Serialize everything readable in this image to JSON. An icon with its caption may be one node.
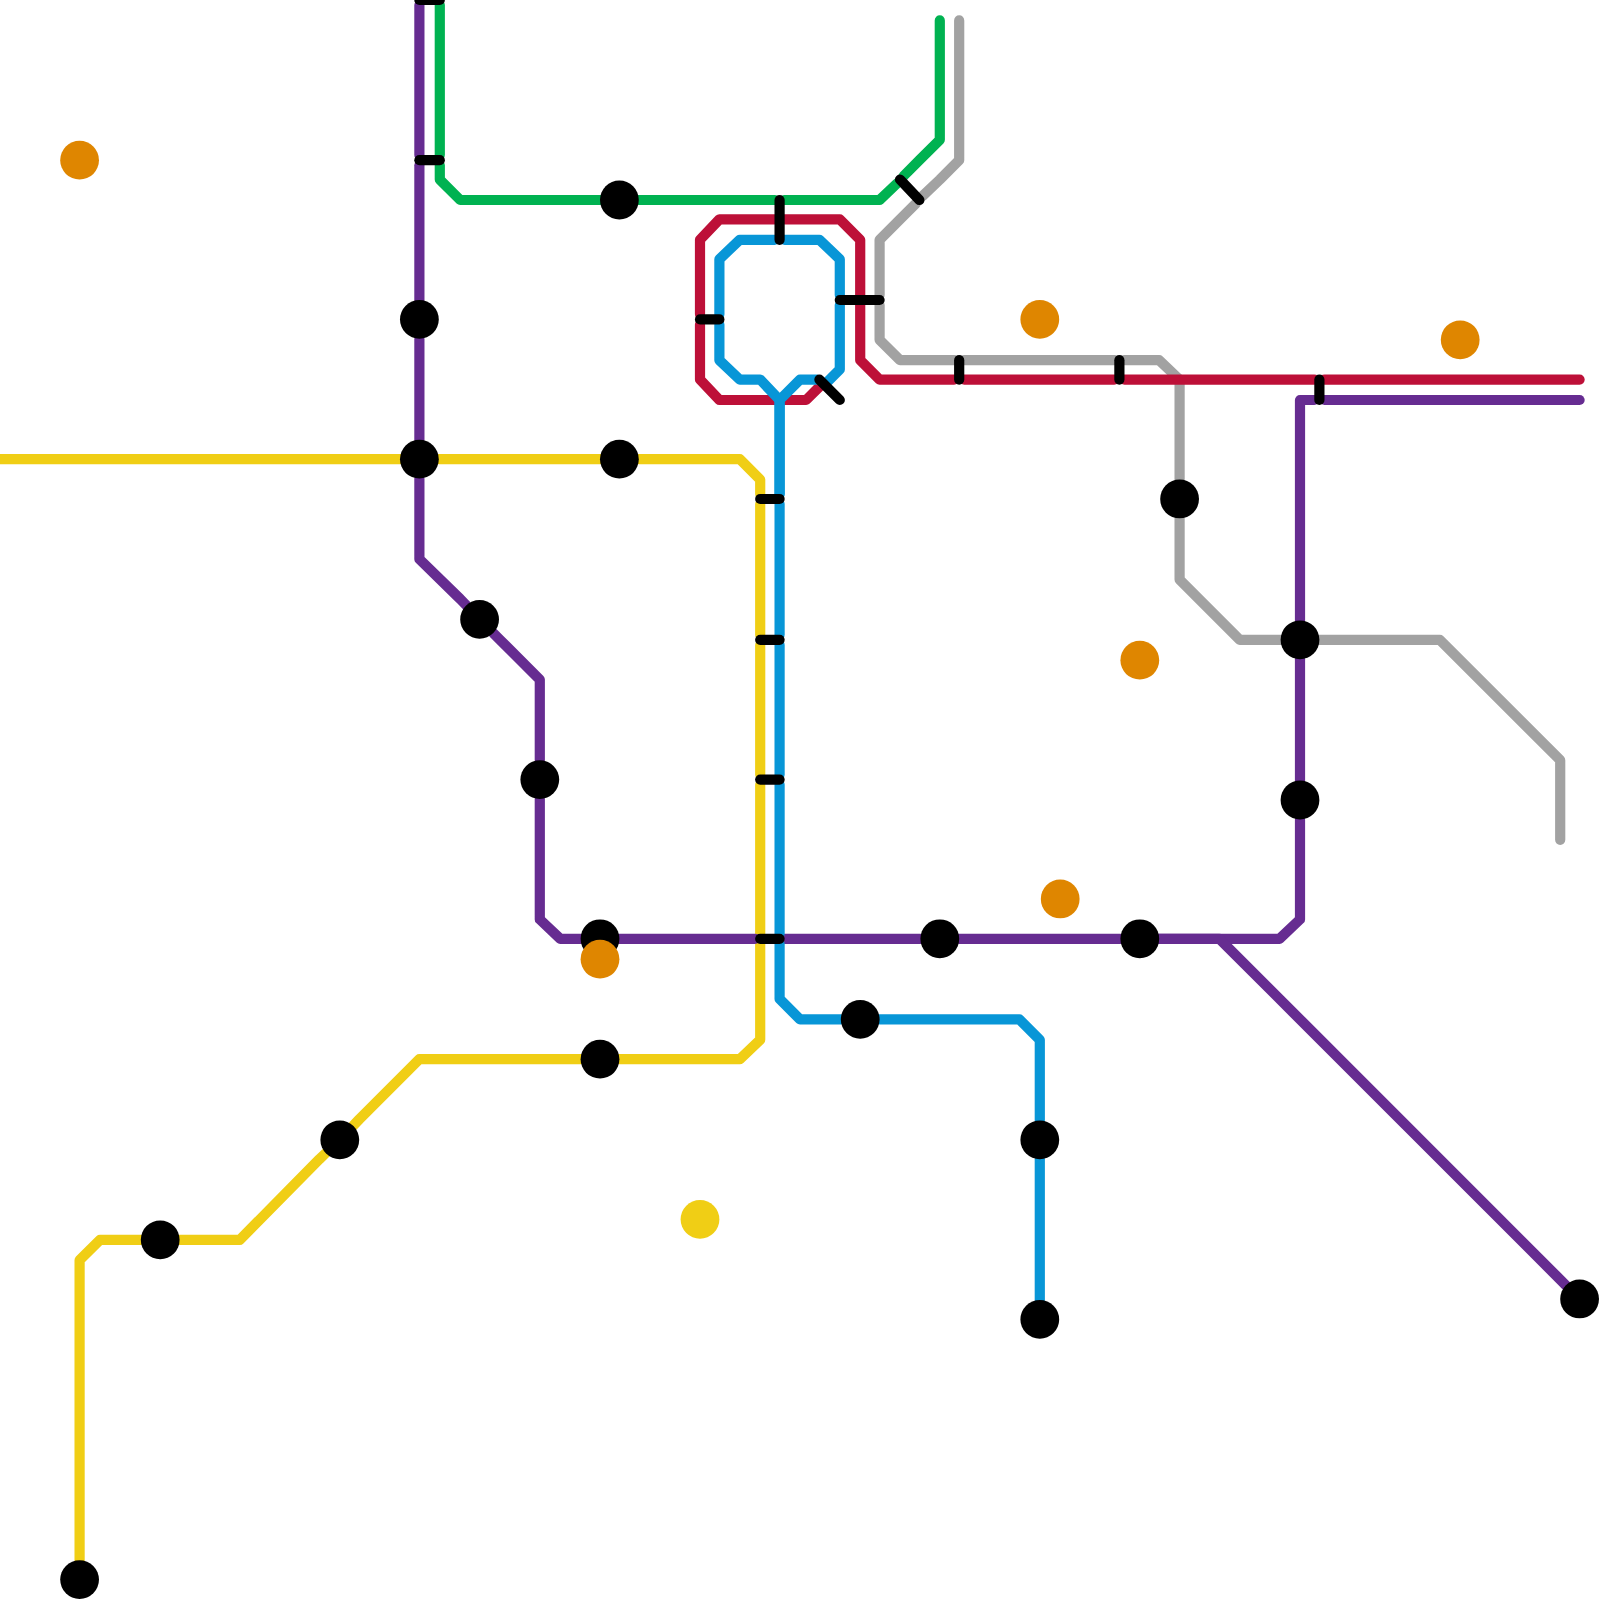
{
  "diagram": {
    "nodes": [
      {
        "text": [],
        "shape": "bar"
      },
      {
        "text": [],
        "shape": "circle"
      },
      {
        "text": [],
        "shape": "bar"
      },
      {
        "text": [],
        "shape": "bar"
      },
      {
        "text": [],
        "shape": "circle"
      },
      {
        "text": [],
        "shape": "bar"
      },
      {
        "text": [],
        "shape": "bar"
      },
      {
        "text": [],
        "shape": "circle"
      },
      {
        "text": [],
        "shape": "bar"
      },
      {
        "text": [],
        "shape": "circle"
      },
      {
        "text": [],
        "shape": "circle"
      },
      {
        "text": [],
        "shape": "bar"
      },
      {
        "text": [],
        "shape": "bar"
      },
      {
        "text": [],
        "shape": "bar"
      },
      {
        "text": [],
        "shape": "bar"
      },
      {
        "text": [],
        "shape": "circle"
      },
      {
        "text": [],
        "shape": "circle"
      },
      {
        "text": [],
        "shape": "bar"
      },
      {
        "text": [],
        "shape": "circle"
      },
      {
        "text": [],
        "shape": "circle"
      },
      {
        "text": [],
        "shape": "bar"
      },
      {
        "text": [],
        "shape": "circle"
      },
      {
        "text": [],
        "shape": "circle"
      },
      {
        "text": [],
        "shape": "circle"
      },
      {
        "text": [],
        "shape": "bar"
      },
      {
        "text": [],
        "shape": "circle"
      },
      {
        "text": [],
        "shape": "circle"
      },
      {
        "text": [],
        "shape": "circle"
      },
      {
        "text": [],
        "shape": "bar"
      },
      {
        "text": [],
        "shape": "circle"
      },
      {
        "text": [],
        "shape": "circle"
      },
      {
        "text": [],
        "shape": "circle"
      },
      {
        "text": [],
        "shape": "circle"
      },
      {
        "text": [],
        "shape": "circle"
      },
      {
        "text": [],
        "shape": "circle"
      },
      {
        "text": [],
        "shape": "circle"
      },
      {
        "text": [],
        "shape": "circle"
      },
      {
        "text": [],
        "shape": "circle"
      },
      {
        "text": [],
        "shape": "circle"
      },
      {
        "text": [],
        "shape": "circle"
      },
      {
        "text": [],
        "shape": "circle"
      }
    ],
    "edges": [
      {
        "from": null,
        "to": 15,
        "arrow": "none",
        "color": "#f0ce15"
      },
      {
        "from": 15,
        "to": 16,
        "arrow": "none",
        "color": "#f0ce15"
      },
      {
        "from": 16,
        "to": 17,
        "arrow": "none",
        "color": "#f0ce15"
      },
      {
        "from": 17,
        "to": 20,
        "arrow": "none",
        "color": "#f0ce15"
      },
      {
        "from": 20,
        "to": 24,
        "arrow": "none",
        "color": "#f0ce15"
      },
      {
        "from": 24,
        "to": 28,
        "arrow": "none",
        "color": "#f0ce15"
      },
      {
        "from": 28,
        "to": 33,
        "arrow": "none",
        "color": "#f0ce15"
      },
      {
        "from": 33,
        "to": 34,
        "arrow": "none",
        "color": "#f0ce15"
      },
      {
        "from": 34,
        "to": 37,
        "arrow": "none",
        "color": "#f0ce15"
      },
      {
        "from": 37,
        "to": 40,
        "arrow": "none",
        "color": "#f0ce15"
      },
      {
        "from": 0,
        "to": 2,
        "arrow": "none",
        "color": "#662c91"
      },
      {
        "from": 2,
        "to": 7,
        "arrow": "none",
        "color": "#662c91"
      },
      {
        "from": 7,
        "to": 15,
        "arrow": "none",
        "color": "#662c91"
      },
      {
        "from": 15,
        "to": 19,
        "arrow": "none",
        "color": "#662c91"
      },
      {
        "from": 19,
        "to": 23,
        "arrow": "none",
        "color": "#662c91"
      },
      {
        "from": 23,
        "to": 27,
        "arrow": "none",
        "color": "#662c91"
      },
      {
        "from": 27,
        "to": 28,
        "arrow": "none",
        "color": "#662c91"
      },
      {
        "from": 28,
        "to": 29,
        "arrow": "none",
        "color": "#662c91"
      },
      {
        "from": 29,
        "to": 30,
        "arrow": "none",
        "color": "#662c91"
      },
      {
        "from": 30,
        "to": 25,
        "arrow": "none",
        "color": "#662c91"
      },
      {
        "from": 25,
        "to": 21,
        "arrow": "none",
        "color": "#662c91"
      },
      {
        "from": 21,
        "to": 14,
        "arrow": "none",
        "color": "#662c91"
      },
      {
        "from": 14,
        "to": null,
        "arrow": "none",
        "color": "#662c91"
      },
      {
        "from": 30,
        "to": 38,
        "arrow": "none",
        "color": "#662c91"
      },
      {
        "from": 0,
        "to": 2,
        "arrow": "none",
        "color": "#00b251"
      },
      {
        "from": 2,
        "to": 4,
        "arrow": "none",
        "color": "#00b251"
      },
      {
        "from": 4,
        "to": 5,
        "arrow": "none",
        "color": "#00b251"
      },
      {
        "from": 5,
        "to": 3,
        "arrow": "none",
        "color": "#00b251"
      },
      {
        "from": 3,
        "to": null,
        "arrow": "none",
        "color": "#00b251"
      },
      {
        "from": null,
        "to": 3,
        "arrow": "none",
        "color": "#a2a2a2"
      },
      {
        "from": 3,
        "to": 6,
        "arrow": "none",
        "color": "#a2a2a2"
      },
      {
        "from": 6,
        "to": 11,
        "arrow": "none",
        "color": "#a2a2a2"
      },
      {
        "from": 11,
        "to": 12,
        "arrow": "none",
        "color": "#a2a2a2"
      },
      {
        "from": 12,
        "to": 18,
        "arrow": "none",
        "color": "#a2a2a2"
      },
      {
        "from": 18,
        "to": 21,
        "arrow": "none",
        "color": "#a2a2a2"
      },
      {
        "from": 21,
        "to": null,
        "arrow": "none",
        "color": "#a2a2a2"
      },
      {
        "from": 8,
        "to": 5,
        "arrow": "none",
        "color": "#bd1038"
      },
      {
        "from": 8,
        "to": 13,
        "arrow": "none",
        "color": "#bd1038"
      },
      {
        "from": 5,
        "to": 6,
        "arrow": "none",
        "color": "#bd1038"
      },
      {
        "from": 6,
        "to": 11,
        "arrow": "none",
        "color": "#bd1038"
      },
      {
        "from": 11,
        "to": 12,
        "arrow": "none",
        "color": "#bd1038"
      },
      {
        "from": 12,
        "to": 14,
        "arrow": "none",
        "color": "#bd1038"
      },
      {
        "from": 14,
        "to": null,
        "arrow": "none",
        "color": "#bd1038"
      },
      {
        "from": 8,
        "to": 5,
        "arrow": "none",
        "color": "#0896d7"
      },
      {
        "from": 5,
        "to": 6,
        "arrow": "none",
        "color": "#0896d7"
      },
      {
        "from": 8,
        "to": 17,
        "arrow": "none",
        "color": "#0896d7"
      },
      {
        "from": 6,
        "to": 13,
        "arrow": "none",
        "color": "#0896d7"
      },
      {
        "from": 13,
        "to": 17,
        "arrow": "none",
        "color": "#0896d7"
      },
      {
        "from": 17,
        "to": 20,
        "arrow": "none",
        "color": "#0896d7"
      },
      {
        "from": 20,
        "to": 24,
        "arrow": "none",
        "color": "#0896d7"
      },
      {
        "from": 24,
        "to": 28,
        "arrow": "none",
        "color": "#0896d7"
      },
      {
        "from": 28,
        "to": 32,
        "arrow": "none",
        "color": "#0896d7"
      },
      {
        "from": 32,
        "to": 35,
        "arrow": "none",
        "color": "#0896d7"
      },
      {
        "from": 35,
        "to": 39,
        "arrow": "none",
        "color": "#0896d7"
      }
    ]
  }
}
